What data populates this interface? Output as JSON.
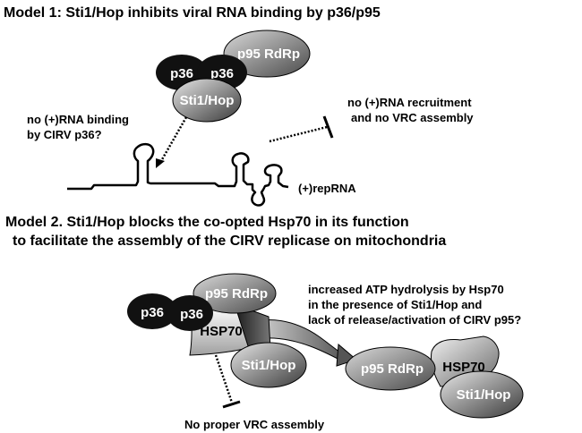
{
  "model1": {
    "title": "Model 1: Sti1/Hop inhibits viral RNA binding by p36/p95",
    "p36_a": "p36",
    "p36_b": "p36",
    "p95": "p95 RdRp",
    "sti1": "Sti1/Hop",
    "note_left_1": "no (+)RNA binding",
    "note_left_2": "by CIRV p36?",
    "note_right_1": "no (+)RNA recruitment",
    "note_right_2": "and no VRC assembly",
    "rna_label": "(+)repRNA"
  },
  "model2": {
    "title_1": "Model 2. Sti1/Hop blocks the co-opted Hsp70 in its function",
    "title_2": "to facilitate the assembly of the CIRV replicase on mitochondria",
    "p36_a": "p36",
    "p36_b": "p36",
    "p95": "p95 RdRp",
    "hsp70": "HSP70",
    "sti1": "Sti1/Hop",
    "note_1": "increased ATP hydrolysis by Hsp70",
    "note_2": "in the presence of Sti1/Hop and",
    "note_3": "lack of release/activation of CIRV p95?",
    "p95_right": "p95 RdRp",
    "hsp70_right": "HSP70",
    "sti1_right": "Sti1/Hop",
    "bottom_note": "No proper VRC assembly"
  },
  "colors": {
    "black": "#000000",
    "grey_dark": "#555555",
    "grey_light": "#d8d8d8"
  }
}
